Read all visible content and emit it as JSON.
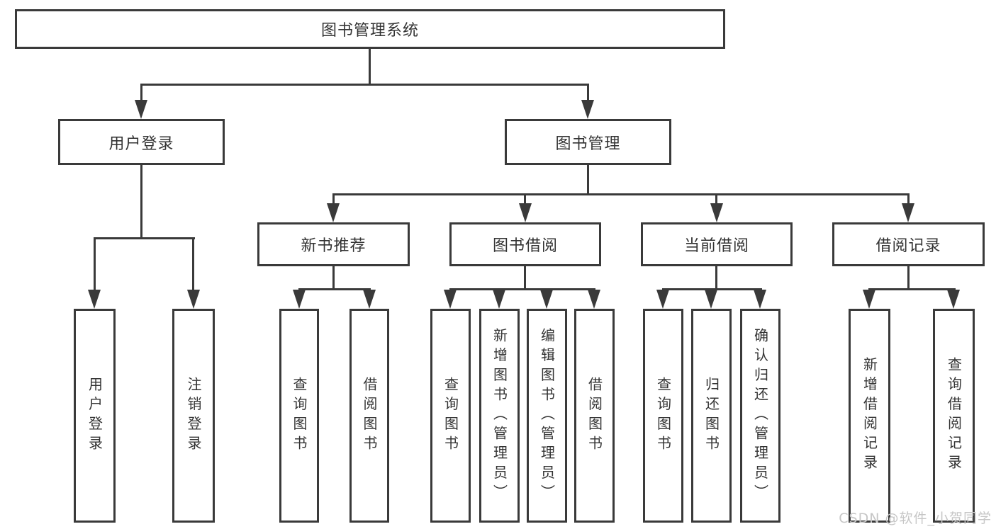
{
  "colors": {
    "line": "#3a3a3a",
    "text": "#333333",
    "watermark": "#c6c6c6",
    "background": "#ffffff"
  },
  "tree": {
    "root": {
      "label": "图书管理系统"
    },
    "branches": {
      "user_login": {
        "label": "用户登录",
        "children": [
          "用户登录",
          "注销登录"
        ]
      },
      "book_mgmt": {
        "label": "图书管理",
        "sections": {
          "new_book": {
            "label": "新书推荐",
            "children": [
              "查询图书",
              "借阅图书"
            ]
          },
          "book_borrow": {
            "label": "图书借阅",
            "children": [
              "查询图书",
              "新增图书（管理员）",
              "编辑图书（管理员）",
              "借阅图书"
            ]
          },
          "current_borrow": {
            "label": "当前借阅",
            "children": [
              "查询图书",
              "归还图书",
              "确认归还（管理员）"
            ]
          },
          "borrow_record": {
            "label": "借阅记录",
            "children": [
              "新增借阅记录",
              "查询借阅记录"
            ]
          }
        }
      }
    }
  },
  "watermark": {
    "text": "CSDN @软件_小贺同学"
  }
}
